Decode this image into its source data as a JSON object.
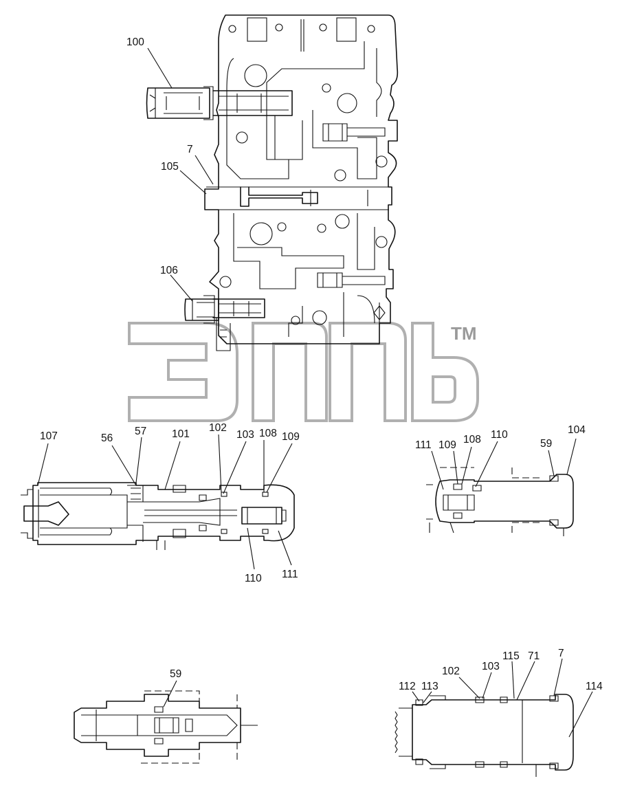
{
  "watermark": {
    "trademark": "TM"
  },
  "callouts": {
    "c100": "100",
    "c7a": "7",
    "c105": "105",
    "c106": "106",
    "c107": "107",
    "c56": "56",
    "c57": "57",
    "c101": "101",
    "c102a": "102",
    "c103a": "103",
    "c108a": "108",
    "c109a": "109",
    "c110a": "110",
    "c111a": "111",
    "c111b": "111",
    "c109b": "109",
    "c108b": "108",
    "c110b": "110",
    "c59a": "59",
    "c104": "104",
    "c59b": "59",
    "c112": "112",
    "c113": "113",
    "c102b": "102",
    "c103b": "103",
    "c115": "115",
    "c71": "71",
    "c7b": "7",
    "c114": "114"
  }
}
